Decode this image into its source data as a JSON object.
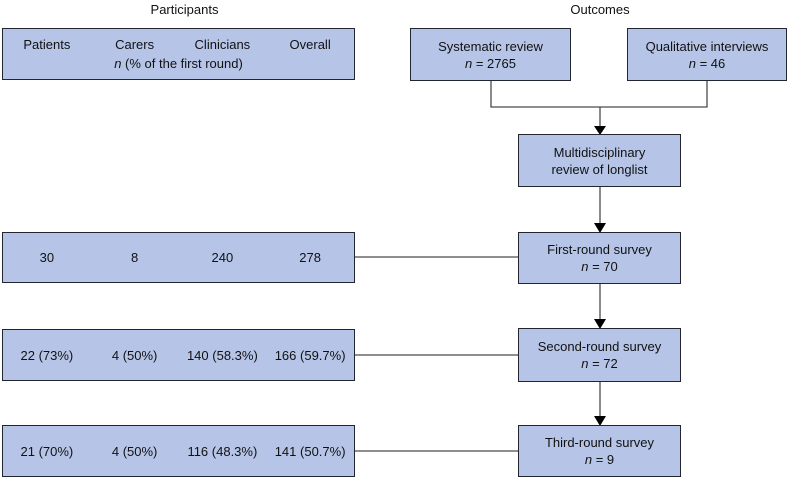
{
  "titles": {
    "left": "Participants",
    "right": "Outcomes"
  },
  "participants_header": {
    "columns": [
      "Patients",
      "Carers",
      "Clinicians",
      "Overall"
    ],
    "subtitle_prefix": "n",
    "subtitle_rest": " (% of the first round)"
  },
  "participants_rows": [
    {
      "values": [
        "30",
        "8",
        "240",
        "278"
      ]
    },
    {
      "values": [
        "22 (73%)",
        "4 (50%)",
        "140 (58.3%)",
        "166 (59.7%)"
      ]
    },
    {
      "values": [
        "21 (70%)",
        "4 (50%)",
        "116 (48.3%)",
        "141 (50.7%)"
      ]
    }
  ],
  "outcome_boxes": {
    "systematic_review": {
      "title": "Systematic review",
      "n_prefix": "n",
      "n_rest": " = 2765"
    },
    "qualitative_interviews": {
      "title": "Qualitative interviews",
      "n_prefix": "n",
      "n_rest": " = 46"
    },
    "multidisciplinary": {
      "line1": "Multidisciplinary",
      "line2": "review of longlist"
    },
    "first_round": {
      "title": "First-round survey",
      "n_prefix": "n",
      "n_rest": " = 70"
    },
    "second_round": {
      "title": "Second-round survey",
      "n_prefix": "n",
      "n_rest": " = 72"
    },
    "third_round": {
      "title": "Third-round survey",
      "n_prefix": "n",
      "n_rest": " = 9"
    }
  },
  "colors": {
    "box_fill": "#b6c5e7",
    "box_border": "#22262e",
    "line": "#4a4a4a",
    "arrow": "#000000"
  }
}
